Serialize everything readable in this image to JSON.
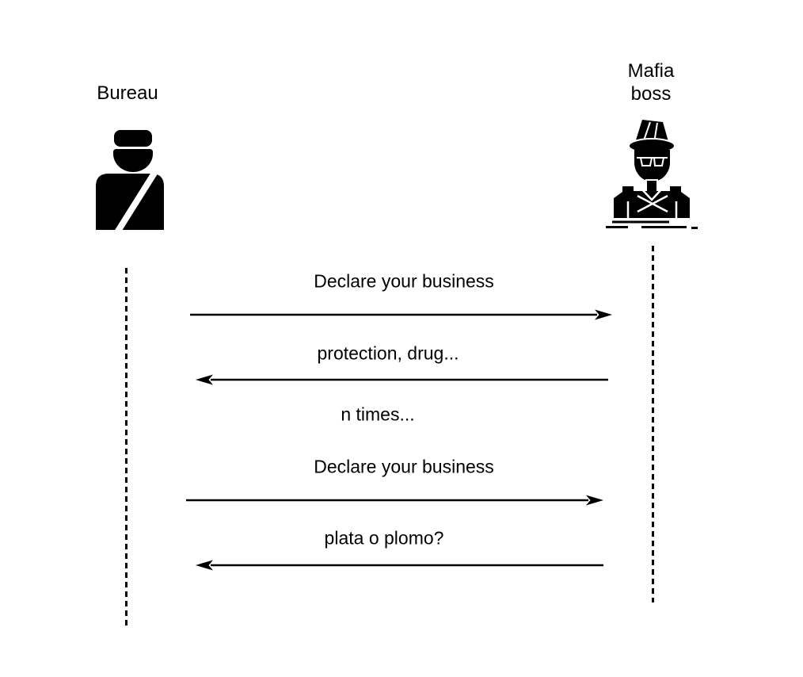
{
  "diagram": {
    "kind": "sequence-diagram",
    "background_color": "#ffffff",
    "line_color": "#000000"
  },
  "actors": {
    "left": {
      "name": "Bureau",
      "icon": "customs-officer-icon"
    },
    "right": {
      "name": "Mafia\nboss",
      "icon": "mafia-boss-icon"
    }
  },
  "messages": [
    {
      "label": "Declare your business",
      "direction": "right",
      "arrow": true
    },
    {
      "label": "protection, drug...",
      "direction": "left",
      "arrow": true
    },
    {
      "label": "n times...",
      "direction": "none",
      "arrow": false
    },
    {
      "label": "Declare your business",
      "direction": "right",
      "arrow": true
    },
    {
      "label": "plata o plomo?",
      "direction": "left",
      "arrow": true
    }
  ]
}
